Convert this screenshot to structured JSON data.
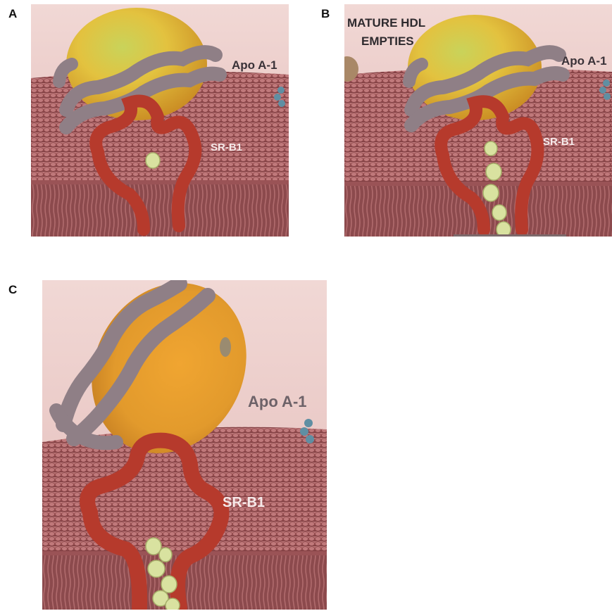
{
  "panels": [
    {
      "letter": "A",
      "apo_label": "Apo A-1",
      "receptor_label": "SR-B1"
    },
    {
      "letter": "B",
      "caption_line1": "MATURE HDL",
      "caption_line2": "EMPTIES",
      "apo_label": "Apo A-1",
      "receptor_label": "SR-B1"
    },
    {
      "letter": "C",
      "apo_label": "Apo A-1",
      "receptor_label": "SR-B1"
    }
  ],
  "colors": {
    "background_pink": "#e9c9c6",
    "membrane": "#a85a5c",
    "hdl_core": "#e2b43a",
    "apo_band": "#8f7f86",
    "receptor": "#b63a2c",
    "cholesterol": "#d9e2a0",
    "protein_blue": "#5f8fa3"
  }
}
